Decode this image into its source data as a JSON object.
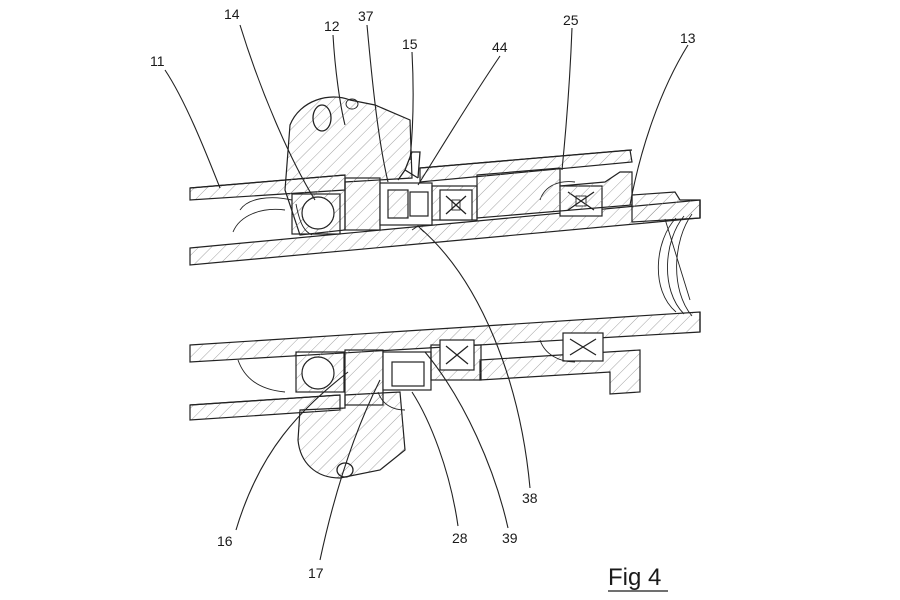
{
  "figure": {
    "title": "Fig 4",
    "references": {
      "r11": "11",
      "r12": "12",
      "r13": "13",
      "r14": "14",
      "r15": "15",
      "r16": "16",
      "r17": "17",
      "r25": "25",
      "r28": "28",
      "r37": "37",
      "r38": "38",
      "r39": "39",
      "r44": "44"
    }
  },
  "colors": {
    "line": "#222222",
    "hatch": "#8a8a8a",
    "background": "#ffffff"
  }
}
